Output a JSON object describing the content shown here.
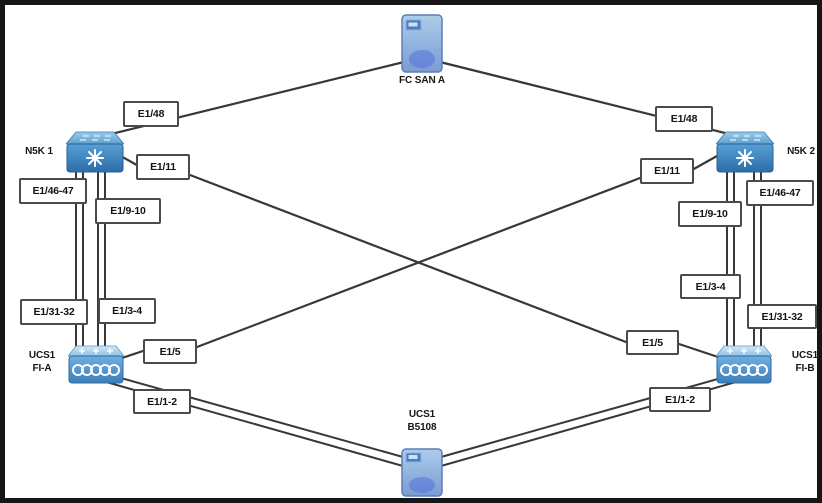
{
  "diagram": {
    "kind": "cisco-ucs-fc-san-network-topology",
    "nodes": {
      "fc_san_a": {
        "label": "FC SAN A"
      },
      "n5k_1": {
        "label": "N5K 1"
      },
      "n5k_2": {
        "label": "N5K 2"
      },
      "fi_a": {
        "line1": "UCS1",
        "line2": "FI-A"
      },
      "fi_b": {
        "line1": "UCS1",
        "line2": "FI-B"
      },
      "b5108": {
        "line1": "UCS1",
        "line2": "B5108"
      }
    },
    "ports": {
      "n5k1_e48": "E1/48",
      "n5k2_e48": "E1/48",
      "n5k1_e11": "E1/11",
      "n5k2_e11": "E1/11",
      "n5k1_e46_47": "E1/46-47",
      "n5k2_e46_47": "E1/46-47",
      "n5k1_e9_10": "E1/9-10",
      "n5k2_e9_10": "E1/9-10",
      "fia_e31_32": "E1/31-32",
      "fib_e31_32": "E1/31-32",
      "fia_e3_4": "E1/3-4",
      "fib_e3_4": "E1/3-4",
      "fia_e5": "E1/5",
      "fib_e5": "E1/5",
      "fia_e1_2": "E1/1-2",
      "fib_e1_2": "E1/1-2"
    },
    "edges": [
      {
        "from": "FC SAN A",
        "to": "N5K 1",
        "to_port": "E1/48",
        "lines": 1
      },
      {
        "from": "FC SAN A",
        "to": "N5K 2",
        "to_port": "E1/48",
        "lines": 1
      },
      {
        "from": "N5K 1",
        "from_port": "E1/46-47",
        "to": "UCS1 FI-A",
        "to_port": "E1/31-32",
        "lines": 2
      },
      {
        "from": "N5K 1",
        "from_port": "E1/9-10",
        "to": "UCS1 FI-A",
        "to_port": "E1/3-4",
        "lines": 2
      },
      {
        "from": "N5K 1",
        "from_port": "E1/11",
        "to": "UCS1 FI-B",
        "to_port": "E1/5",
        "lines": 1
      },
      {
        "from": "N5K 2",
        "from_port": "E1/46-47",
        "to": "UCS1 FI-B",
        "to_port": "E1/31-32",
        "lines": 2
      },
      {
        "from": "N5K 2",
        "from_port": "E1/9-10",
        "to": "UCS1 FI-B",
        "to_port": "E1/3-4",
        "lines": 2
      },
      {
        "from": "N5K 2",
        "from_port": "E1/11",
        "to": "UCS1 FI-A",
        "to_port": "E1/5",
        "lines": 1
      },
      {
        "from": "UCS1 FI-A",
        "from_port": "E1/1-2",
        "to": "UCS1 B5108",
        "lines": 2
      },
      {
        "from": "UCS1 FI-B",
        "from_port": "E1/1-2",
        "to": "UCS1 B5108",
        "lines": 2
      }
    ],
    "colors": {
      "background": "#ffffff",
      "frame": "#161616",
      "line": "#383838",
      "port_label_border": "#4a4a4a",
      "switch_blue": "#3f86bd",
      "fi_blue": "#5b9fd4",
      "server_blue": "#8fb1dd"
    }
  }
}
